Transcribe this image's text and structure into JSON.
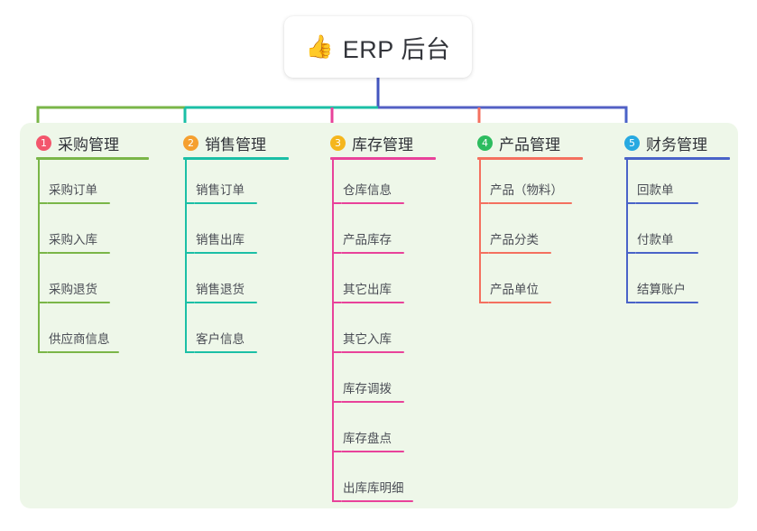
{
  "root": {
    "icon": "thumbs-up-emoji",
    "emoji": "👍",
    "title": "ERP 后台"
  },
  "panel": {
    "background_color": "#eef7e9"
  },
  "columns": [
    {
      "number": "1",
      "title": "采购管理",
      "badge_color": "#f3566c",
      "accent_color": "#7ab648",
      "connector_color": "#7ab648",
      "items": [
        {
          "label": "采购订单"
        },
        {
          "label": "采购入库"
        },
        {
          "label": "采购退货"
        },
        {
          "label": "供应商信息"
        }
      ]
    },
    {
      "number": "2",
      "title": "销售管理",
      "badge_color": "#f5a030",
      "accent_color": "#1bbfa6",
      "connector_color": "#1bbfa6",
      "items": [
        {
          "label": "销售订单"
        },
        {
          "label": "销售出库"
        },
        {
          "label": "销售退货"
        },
        {
          "label": "客户信息"
        }
      ]
    },
    {
      "number": "3",
      "title": "库存管理",
      "badge_color": "#f5b61d",
      "accent_color": "#e8429a",
      "connector_color": "#e8429a",
      "items": [
        {
          "label": "仓库信息"
        },
        {
          "label": "产品库存"
        },
        {
          "label": "其它出库"
        },
        {
          "label": "其它入库"
        },
        {
          "label": "库存调拨"
        },
        {
          "label": "库存盘点"
        },
        {
          "label": "出库库明细"
        }
      ]
    },
    {
      "number": "4",
      "title": "产品管理",
      "badge_color": "#2dbc5f",
      "accent_color": "#f4705f",
      "connector_color": "#f4705f",
      "items": [
        {
          "label": "产品（物料）"
        },
        {
          "label": "产品分类"
        },
        {
          "label": "产品单位"
        }
      ]
    },
    {
      "number": "5",
      "title": "财务管理",
      "badge_color": "#27a9e1",
      "accent_color": "#4a63c8",
      "connector_color": "#4a63c8",
      "items": [
        {
          "label": "回款单"
        },
        {
          "label": "付款单"
        },
        {
          "label": "结算账户"
        }
      ]
    }
  ],
  "connector_bar": {
    "segment_left_color": "#7ab648",
    "segment_mid_color": "#1bbfa6",
    "segment_right_color": "#5360c4",
    "root_stem_color": "#4355bf"
  }
}
